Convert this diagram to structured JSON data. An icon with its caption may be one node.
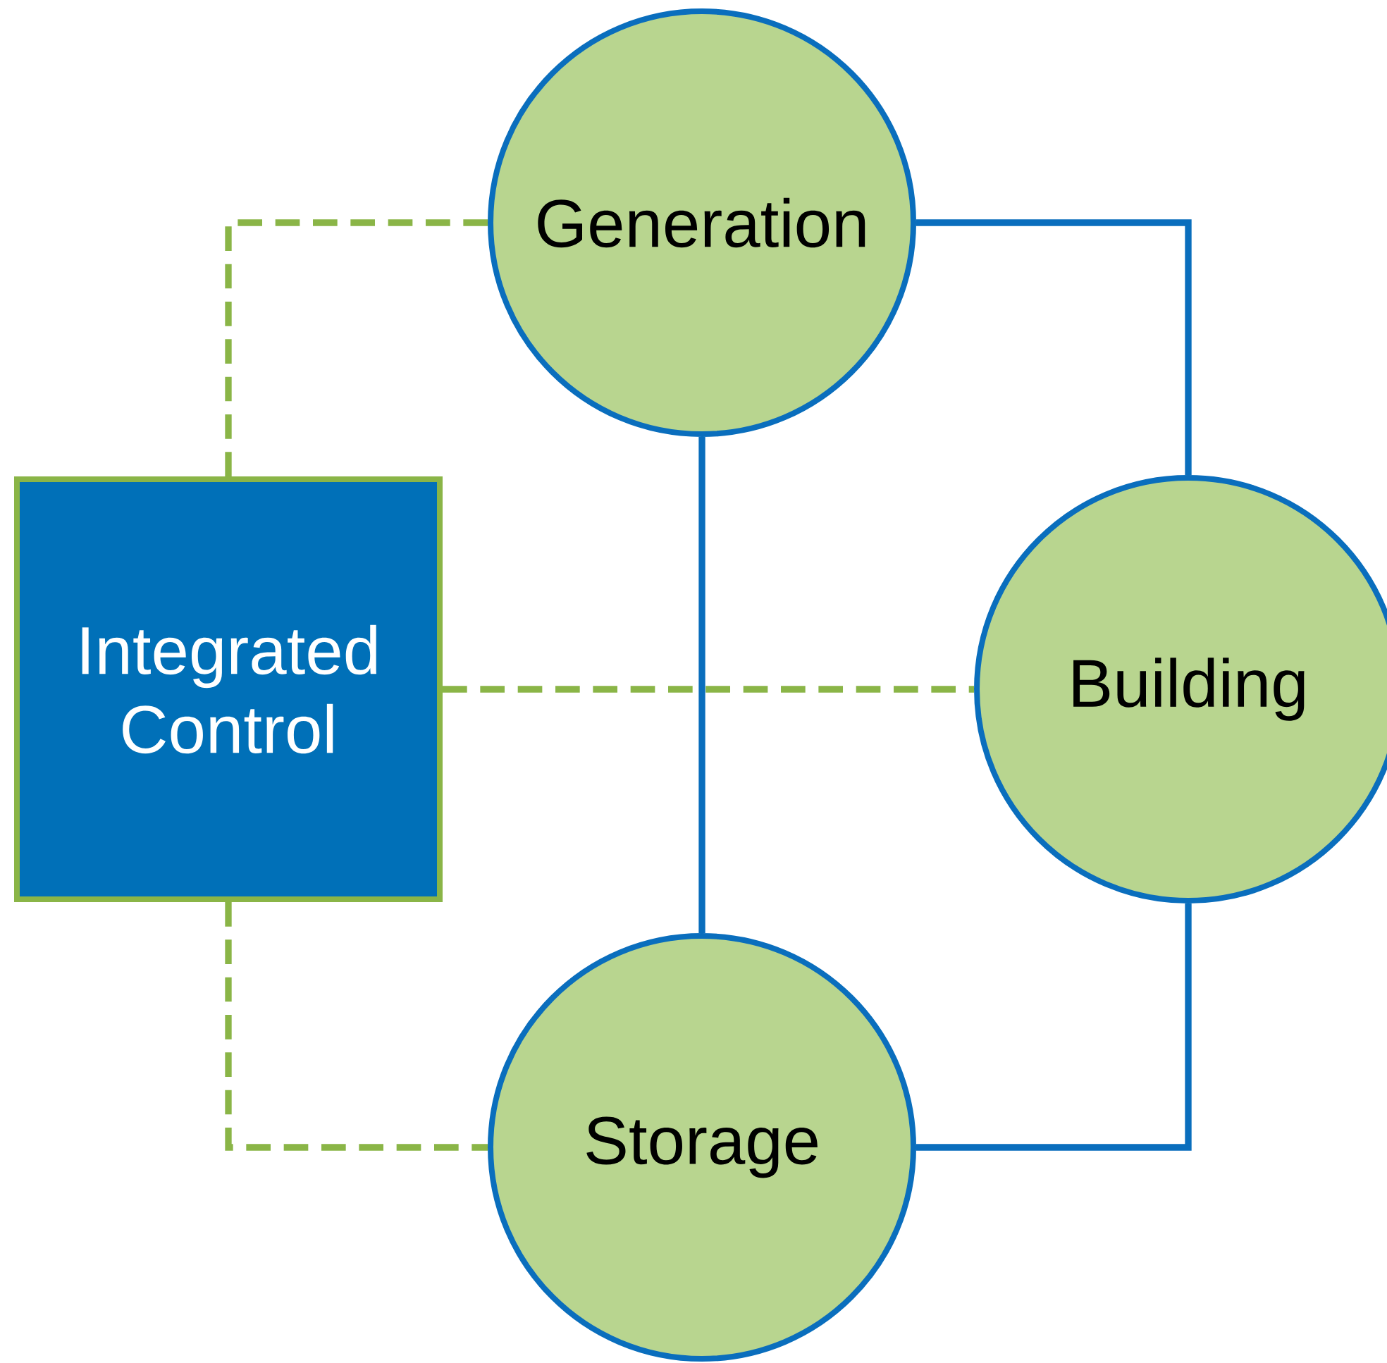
{
  "diagram": {
    "nodes": [
      {
        "text": [
          "Generation"
        ]
      },
      {
        "text": [
          "Integrated Control"
        ]
      },
      {
        "text": [
          "Building"
        ]
      },
      {
        "text": [
          "Storage"
        ]
      }
    ],
    "edges": [
      {
        "from": 1,
        "to": 0,
        "arrow": "none",
        "style": "dashed",
        "color": "#8ab547"
      },
      {
        "from": 0,
        "to": 2,
        "arrow": "none",
        "color": "#0a6ebd"
      },
      {
        "from": 0,
        "to": 3,
        "arrow": "none",
        "color": "#0a6ebd"
      },
      {
        "from": 1,
        "to": 2,
        "arrow": "none",
        "style": "dashed",
        "color": "#8ab547"
      },
      {
        "from": 1,
        "to": 3,
        "arrow": "none",
        "style": "dashed",
        "color": "#8ab547"
      },
      {
        "from": 2,
        "to": 3,
        "arrow": "none",
        "color": "#0a6ebd"
      }
    ]
  }
}
